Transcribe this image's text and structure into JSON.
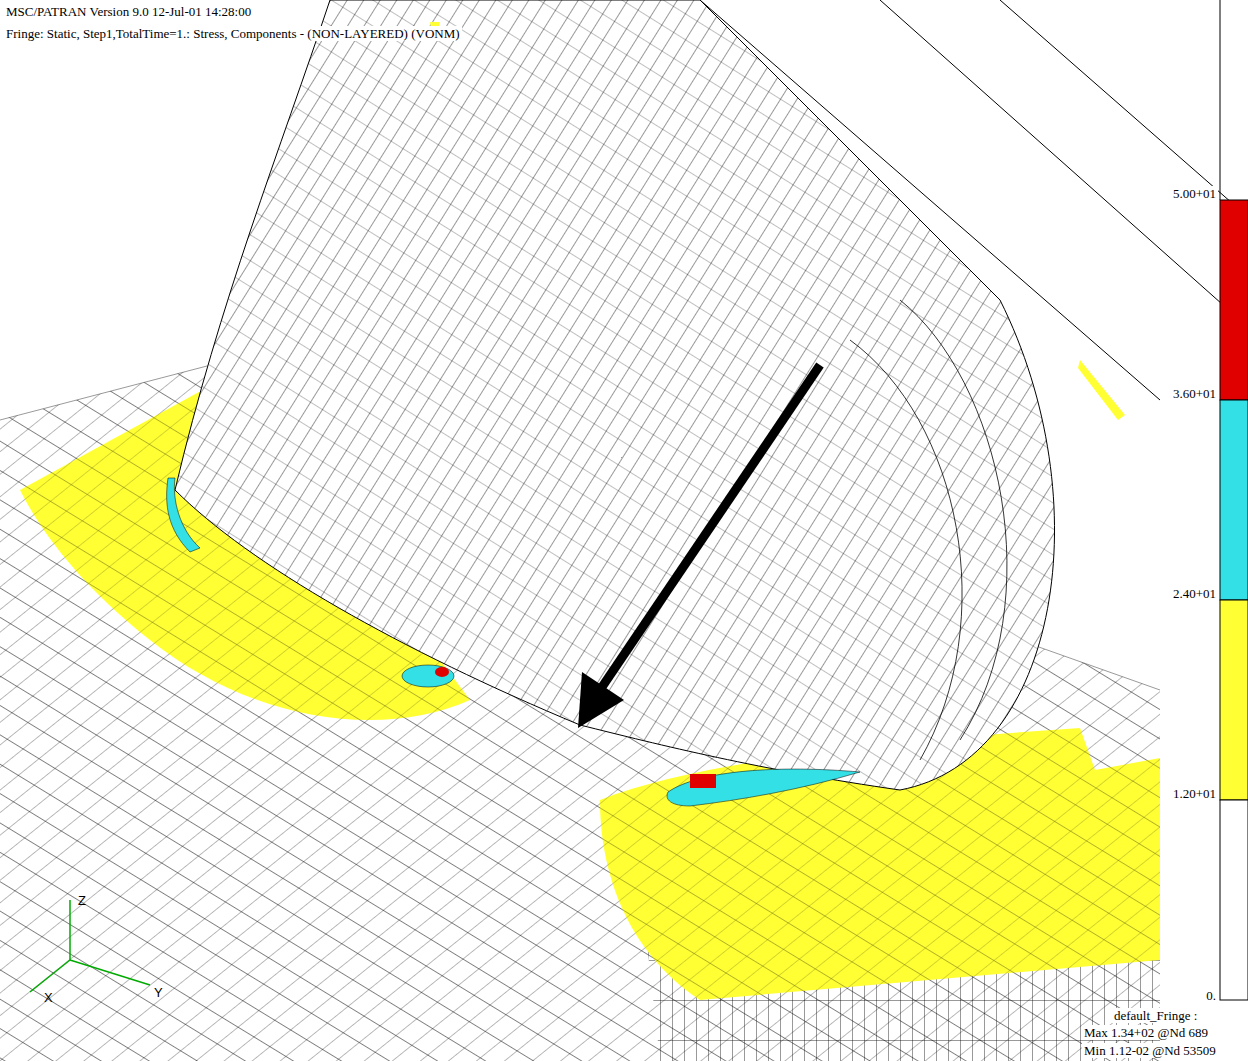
{
  "diagram": {
    "labels": [
      "MSC/PATRAN Version 9.0 12-Jul-01 14:28:00",
      "Fringe: Static, Step1,TotalTime=1.: Stress, Components - (NON-LAYERED) (VONM)",
      "5.00+01",
      "3.60+01",
      "2.40+01",
      "1.20+01",
      "0.",
      "default_Fringe :",
      "Max 1.34+02 @Nd 689",
      "Min 1.12-02 @Nd 53509",
      "Z",
      "X",
      "Y"
    ]
  }
}
